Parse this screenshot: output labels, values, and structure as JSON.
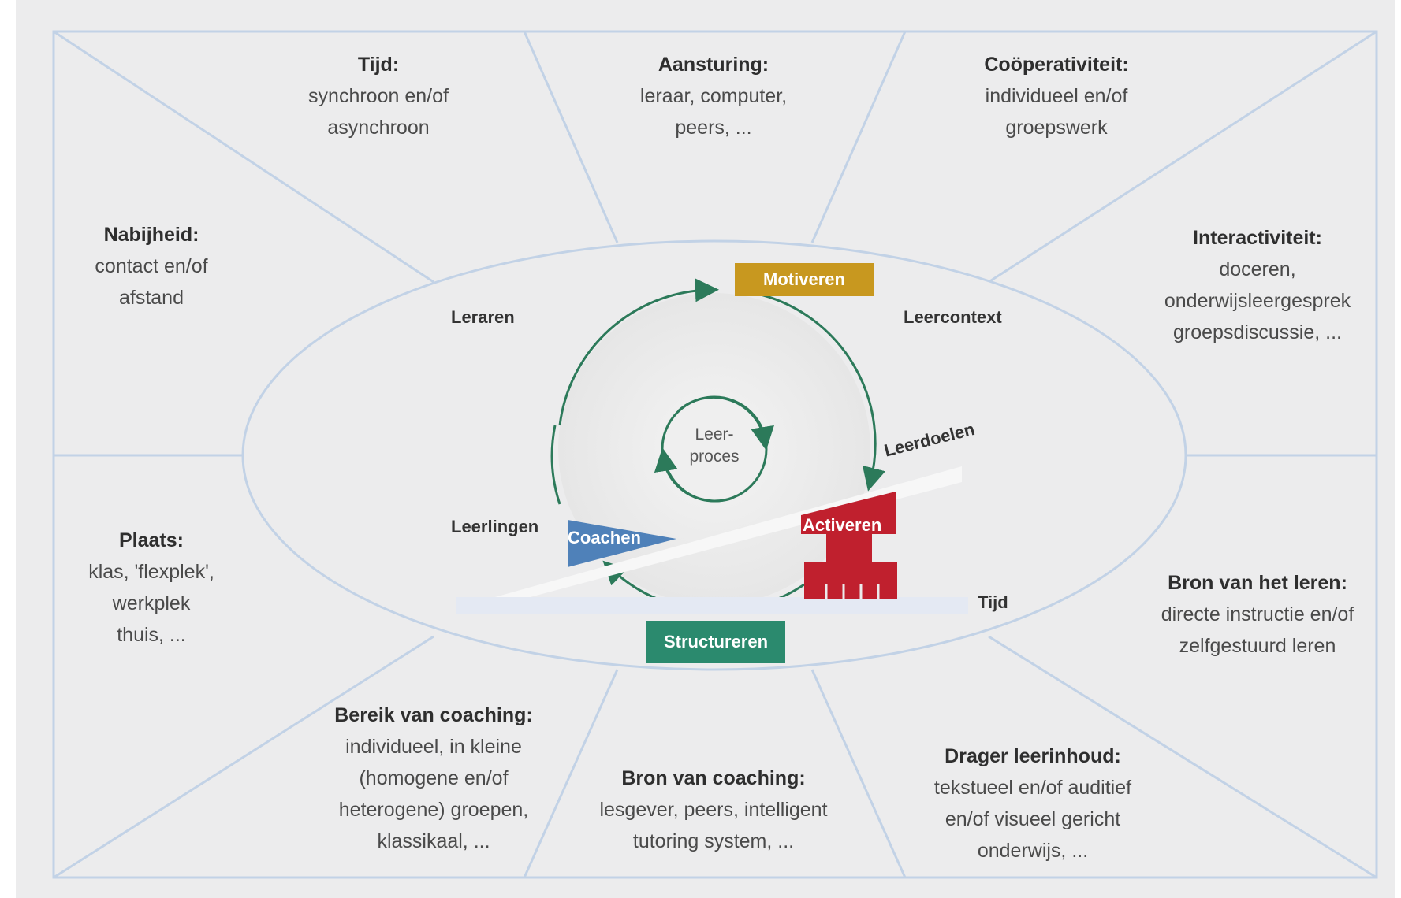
{
  "colors": {
    "panel": "#ececed",
    "frame": "#c2d2e6",
    "arrow_green": "#2c7a5a",
    "motiveren": "#c8981f",
    "structureren": "#2b8a6e",
    "activeren": "#c0202e",
    "coachen": "#4f81b9"
  },
  "outer": {
    "tijd": {
      "title": "Tijd:",
      "body": "synchroon en/of\nasynchroon"
    },
    "aansturing": {
      "title": "Aansturing:",
      "body": "leraar, computer,\npeers, ..."
    },
    "cooperativiteit": {
      "title": "Coöperativiteit:",
      "body": "individueel en/of\ngroepswerk"
    },
    "nabijheid": {
      "title": "Nabijheid:",
      "body": "contact en/of\nafstand"
    },
    "interactiviteit": {
      "title": "Interactiviteit:",
      "body": "doceren,\nonderwijsleergesprek\ngroepsdiscussie, ..."
    },
    "plaats": {
      "title": "Plaats:",
      "body": "klas, 'flexplek',\nwerkplek\nthuis, ..."
    },
    "bron_leren": {
      "title": "Bron van het leren:",
      "body": "directe instructie en/of\nzelfgestuurd leren"
    },
    "bereik": {
      "title": "Bereik van coaching:",
      "body": "individueel, in kleine\n(homogene en/of\nheterogene) groepen,\nklassikaal, ..."
    },
    "bron_coaching": {
      "title": "Bron van coaching:",
      "body": "lesgever, peers, intelligent\ntutoring system, ..."
    },
    "drager": {
      "title": "Drager leerinhoud:",
      "body": "tekstueel en/of auditief\nen/of visueel gericht\nonderwijs, ..."
    }
  },
  "inner": {
    "leraren": "Leraren",
    "leercontext": "Leercontext",
    "leerlingen": "Leerlingen",
    "leerdoelen": "Leerdoelen",
    "tijd": "Tijd",
    "leerproces_line1": "Leer-",
    "leerproces_line2": "proces",
    "motiveren": "Motiveren",
    "activeren": "Activeren",
    "coachen": "Coachen",
    "structureren": "Structureren"
  }
}
